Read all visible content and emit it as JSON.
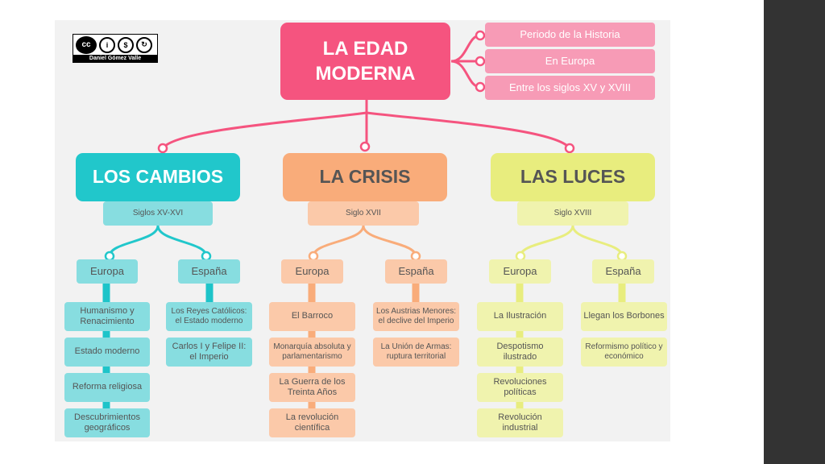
{
  "license": {
    "author": "Daniel Gómez Valle"
  },
  "main": {
    "title_line1": "LA EDAD",
    "title_line2": "MODERNA",
    "tags": [
      "Periodo de la Historia",
      "En Europa",
      "Entre los siglos XV y XVIII"
    ]
  },
  "branches": {
    "cambios": {
      "title": "LOS CAMBIOS",
      "period": "Siglos XV-XVI",
      "europa": {
        "label": "Europa",
        "items": [
          "Humanismo y Renacimiento",
          "Estado moderno",
          "Reforma religiosa",
          "Descubrimientos geográficos"
        ]
      },
      "espana": {
        "label": "España",
        "items": [
          "Los Reyes Católicos: el Estado moderno",
          "Carlos I y Felipe II: el Imperio"
        ]
      }
    },
    "crisis": {
      "title": "LA CRISIS",
      "period": "Siglo XVII",
      "europa": {
        "label": "Europa",
        "items": [
          "El Barroco",
          "Monarquía absoluta y parlamentarismo",
          "La Guerra de los Treinta Años",
          "La revolución científica"
        ]
      },
      "espana": {
        "label": "España",
        "items": [
          "Los Austrias Menores: el declive del Imperio",
          "La Unión de Armas: ruptura territorial"
        ]
      }
    },
    "luces": {
      "title": "LAS LUCES",
      "period": "Siglo XVIII",
      "europa": {
        "label": "Europa",
        "items": [
          "La Ilustración",
          "Despotismo ilustrado",
          "Revoluciones políticas",
          "Revolución industrial"
        ]
      },
      "espana": {
        "label": "España",
        "items": [
          "Llegan los Borbones",
          "Reformismo político y económico"
        ]
      }
    }
  },
  "colors": {
    "main": "#f5547f",
    "cambios": "#21c7cb",
    "crisis": "#f9ac7a",
    "luces": "#e8ed7e"
  }
}
